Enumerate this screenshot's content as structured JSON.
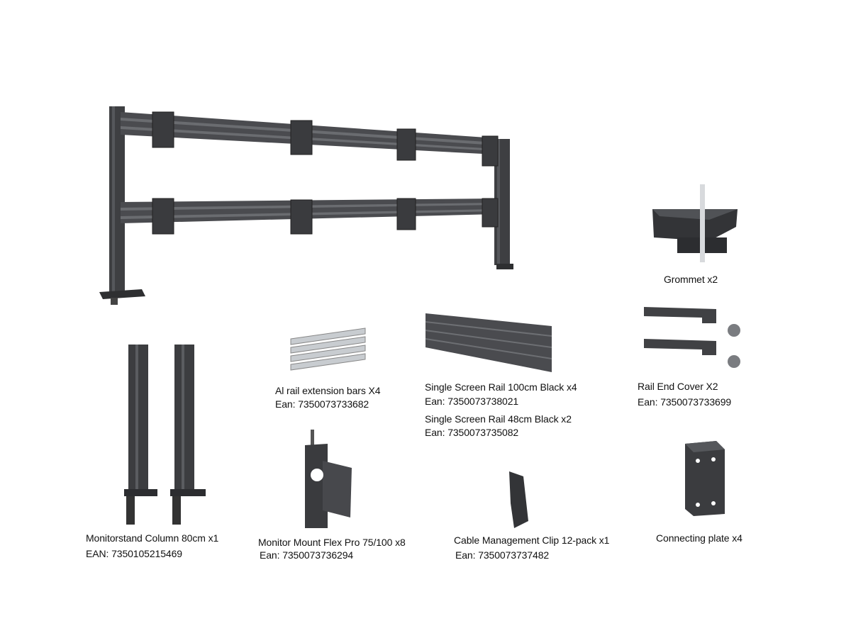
{
  "colors": {
    "metal_dark": "#3a3b3e",
    "metal_mid": "#55575b",
    "aluminium": "#c8ccd0",
    "text": "#111111"
  },
  "items": [
    {
      "name": "Grommet x2"
    },
    {
      "name": "Rail End Cover X2",
      "ean": "Ean: 7350073733699"
    },
    {
      "name": "Al rail extension bars X4",
      "ean": "Ean: 7350073733682"
    },
    {
      "name": "Single Screen Rail 100cm Black x4",
      "ean": "Ean: 7350073738021"
    },
    {
      "name": "Single Screen Rail 48cm Black x2",
      "ean": "Ean: 7350073735082"
    },
    {
      "name": "Monitorstand Column 80cm x1",
      "ean": "EAN: 7350105215469"
    },
    {
      "name": "Monitor Mount Flex Pro 75/100 x8",
      "ean": "Ean: 7350073736294"
    },
    {
      "name": "Cable Management Clip 12-pack x1",
      "ean": "Ean: 7350073737482"
    },
    {
      "name": "Connecting plate x4"
    }
  ]
}
